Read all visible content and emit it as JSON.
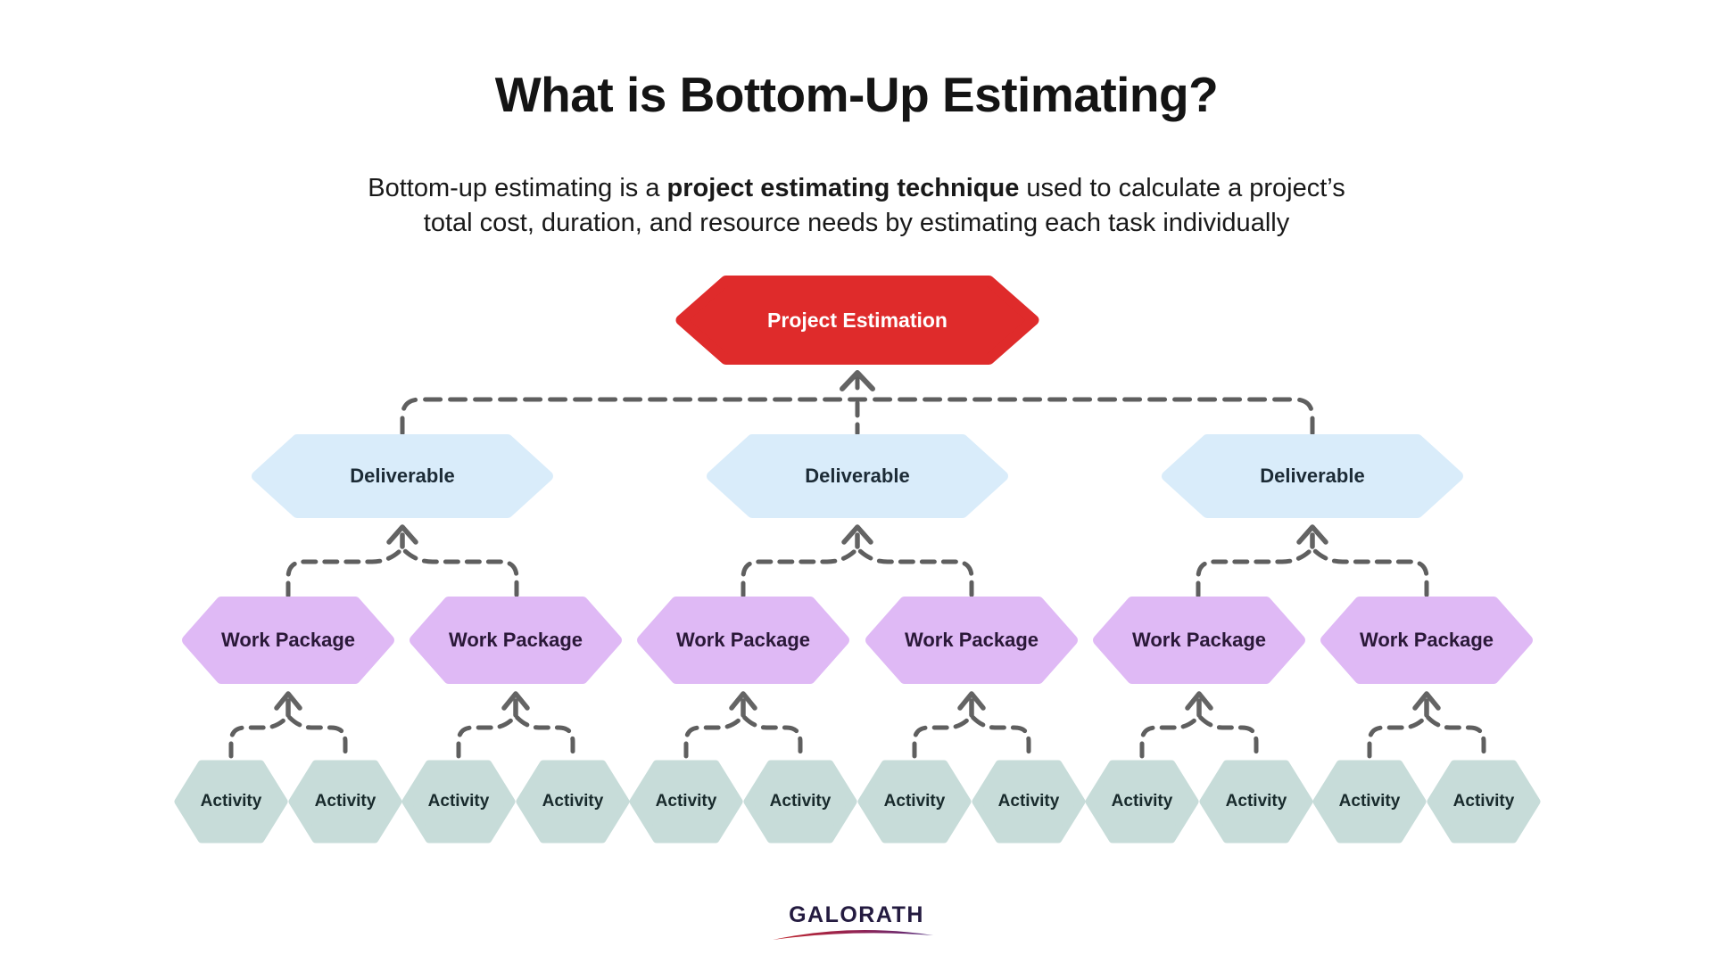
{
  "header": {
    "title": "What is Bottom-Up Estimating?",
    "subtitle": {
      "prefix": "Bottom-up estimating is a ",
      "bold": "project estimating technique",
      "line1_suffix": " used to calculate a project’s",
      "line2": "total cost, duration, and resource needs by estimating each task individually"
    }
  },
  "diagram": {
    "root": {
      "label": "Project Estimation"
    },
    "deliverables": {
      "items": [
        "Deliverable",
        "Deliverable",
        "Deliverable"
      ]
    },
    "work_packages": {
      "items": [
        "Work Package",
        "Work Package",
        "Work Package",
        "Work Package",
        "Work Package",
        "Work Package"
      ]
    },
    "activities": {
      "items": [
        "Activity",
        "Activity",
        "Activity",
        "Activity",
        "Activity",
        "Activity",
        "Activity",
        "Activity",
        "Activity",
        "Activity",
        "Activity",
        "Activity"
      ]
    },
    "connector_style": {
      "type": "dashed",
      "color": "#5f5f5f",
      "arrow_direction": "up"
    }
  },
  "palette": {
    "root_fill": "#DF2B2B",
    "root_text": "#FFFFFF",
    "deliverable_fill": "#D9ECFA",
    "deliverable_text": "#1C2B36",
    "work_package_fill": "#DFB9F5",
    "work_package_text": "#2A1838",
    "activity_fill": "#C7DCD9",
    "activity_text": "#182A2C",
    "connector_gray": "#5F5F5F",
    "title_text": "#141414",
    "logo_text": "#241B40",
    "logo_swoosh_start": "#C2242B",
    "logo_swoosh_end": "#4F2D7F"
  },
  "footer": {
    "logo": "GALORATH"
  }
}
